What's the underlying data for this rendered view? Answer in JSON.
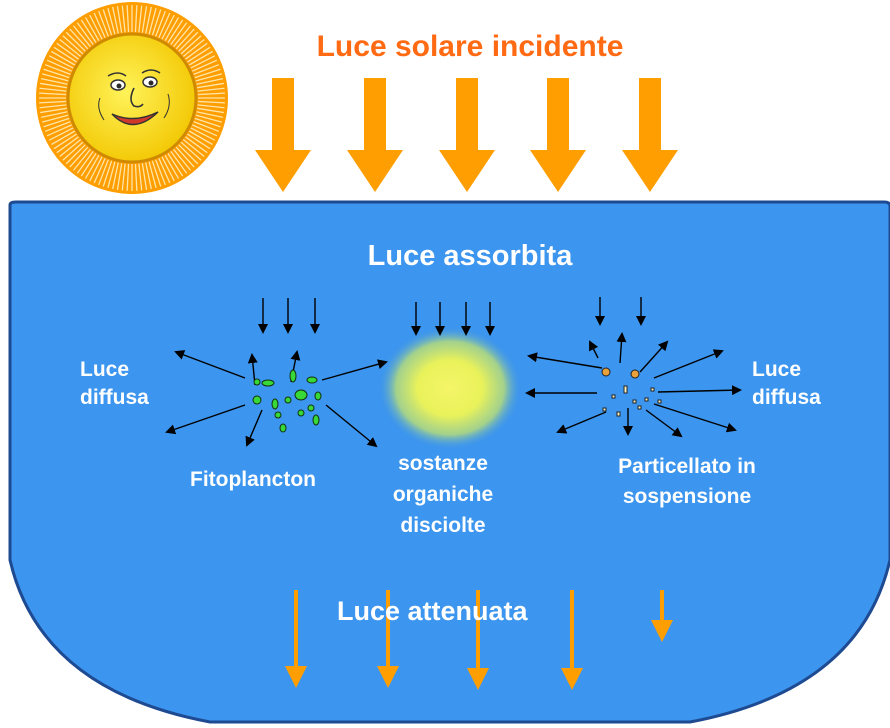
{
  "incident_light": "Luce solare incidente",
  "absorbed_light": "Luce assorbita",
  "diffuse_left": "Luce\ndiffusa",
  "diffuse_right": "Luce\ndiffusa",
  "phytoplankton": "Fitoplancton",
  "dissolved_organics": "sostanze\norganiche\ndisciolte",
  "suspended_particles": "Particellato in\nsospensione",
  "attenuated_light": "Luce attenuata",
  "colors": {
    "water": "#3C95EE",
    "sun_arrows": "#FF9E00",
    "title": "#FF6A13",
    "sun_face": "#FFF050",
    "plankton": "#38D838",
    "particle": "#E9A23B"
  },
  "icons": [
    "sun-face-icon",
    "down-arrow-icon",
    "scatter-arrow-icon"
  ]
}
